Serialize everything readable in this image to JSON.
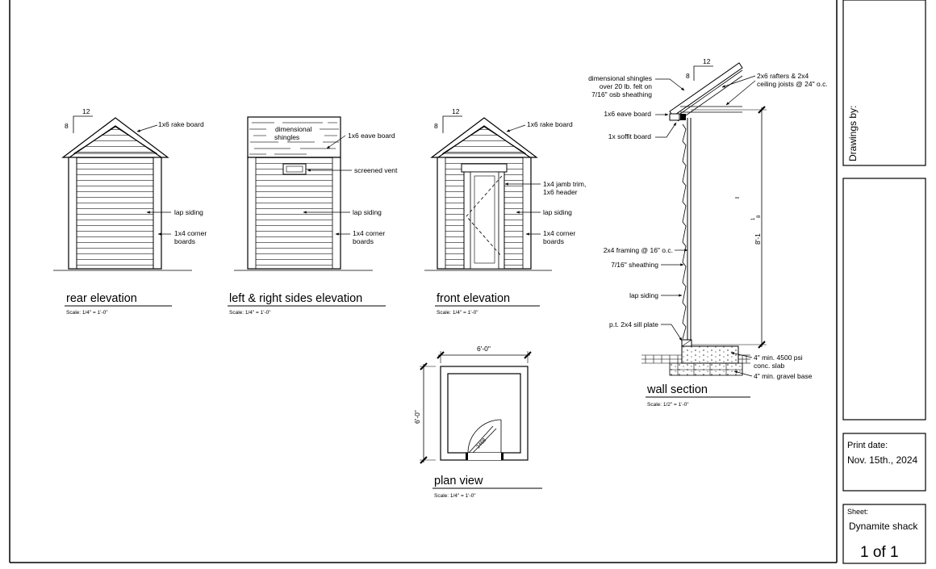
{
  "views": {
    "rear": {
      "title": "rear elevation",
      "scale": "Scale: 1/4\" = 1'-0\"",
      "pitch_run": "12",
      "pitch_rise": "8",
      "labels": [
        "1x6 rake board",
        "lap siding",
        "1x4 corner",
        "boards"
      ]
    },
    "sides": {
      "title": "left & right sides elevation",
      "scale": "Scale: 1/4\" = 1'-0\"",
      "roof_note": [
        "dimensional",
        "shingles"
      ],
      "labels": [
        "1x6 eave board",
        "screened vent",
        "lap siding",
        "1x4 corner",
        "boards"
      ]
    },
    "front": {
      "title": "front elevation",
      "scale": "Scale: 1/4\" = 1'-0\"",
      "pitch_run": "12",
      "pitch_rise": "8",
      "labels": [
        "1x6 rake board",
        "1x4 jamb trim,",
        "1x6 header",
        "lap siding",
        "1x4 corner",
        "boards"
      ]
    },
    "plan": {
      "title": "plan view",
      "scale": "Scale: 1/4\" = 1'-0\"",
      "width": "6'-0\"",
      "depth": "6'-0\"",
      "door": "2468"
    },
    "section": {
      "title": "wall section",
      "scale": "Scale: 1/2\" = 1'-0\"",
      "pitch_run": "12",
      "pitch_rise": "8",
      "height_whole": "8'-1",
      "height_num": "1",
      "height_den": "8",
      "left_labels": [
        "dimensional shingles",
        "over 20 lb. felt on",
        "7/16\" osb sheathing",
        "1x6 eave board",
        "1x soffit board",
        "2x4 framing @ 16\" o.c.",
        "7/16\" sheathing",
        "lap siding",
        "p.t. 2x4 sill plate"
      ],
      "right_labels": [
        "2x6 rafters & 2x4",
        "ceiling joists @ 24\" o.c.",
        "4\" min. 4500 psi",
        "conc. slab",
        "4\" min. gravel base"
      ]
    }
  },
  "title_block": {
    "drawings_by": "Drawings by:",
    "print_date_label": "Print date:",
    "print_date": "Nov. 15th., 2024",
    "sheet_label": "Sheet:",
    "sheet_name": "Dynamite shack",
    "sheet_number": "1 of 1"
  }
}
